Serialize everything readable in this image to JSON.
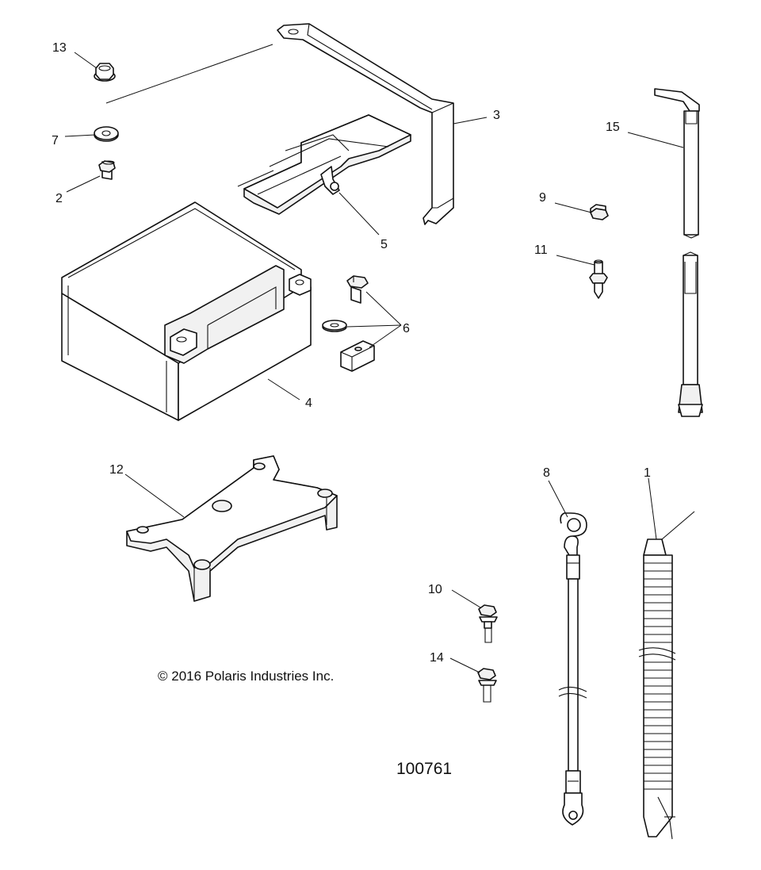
{
  "diagram": {
    "figure_number": "100761",
    "copyright": "© 2016 Polaris Industries Inc.",
    "callouts": [
      {
        "id": "c1",
        "label": "1"
      },
      {
        "id": "c2",
        "label": "2"
      },
      {
        "id": "c3",
        "label": "3"
      },
      {
        "id": "c4",
        "label": "4"
      },
      {
        "id": "c5",
        "label": "5"
      },
      {
        "id": "c6",
        "label": "6"
      },
      {
        "id": "c7",
        "label": "7"
      },
      {
        "id": "c8",
        "label": "8"
      },
      {
        "id": "c9",
        "label": "9"
      },
      {
        "id": "c10",
        "label": "10"
      },
      {
        "id": "c11",
        "label": "11"
      },
      {
        "id": "c12",
        "label": "12"
      },
      {
        "id": "c13",
        "label": "13"
      },
      {
        "id": "c14",
        "label": "14"
      },
      {
        "id": "c15",
        "label": "15"
      }
    ]
  }
}
